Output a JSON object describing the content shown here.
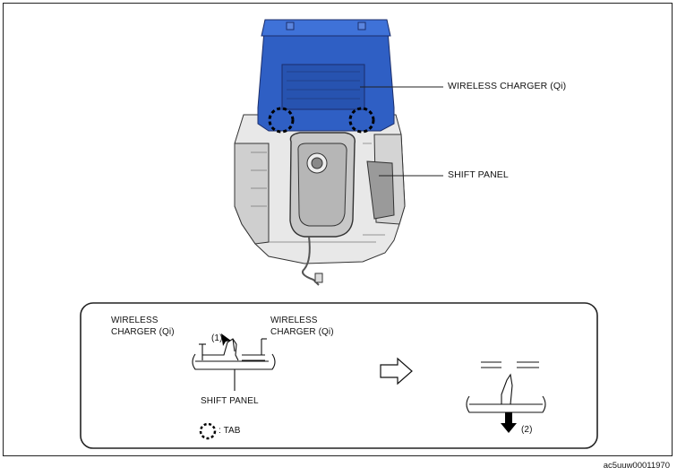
{
  "callouts": {
    "wireless_charger": "WIRELESS CHARGER (Qi)",
    "shift_panel": "SHIFT PANEL"
  },
  "detail": {
    "left_label_line1": "WIRELESS",
    "left_label_line2": "CHARGER (Qi)",
    "right_label_line1": "WIRELESS",
    "right_label_line2": "CHARGER (Qi)",
    "step1": "(1)",
    "shift_panel": "SHIFT PANEL",
    "tab_legend": ": TAB",
    "step2": "(2)"
  },
  "figure_code": "ac5uuw00011970",
  "colors": {
    "charger_blue": "#2f5fc4",
    "line": "#222222"
  }
}
